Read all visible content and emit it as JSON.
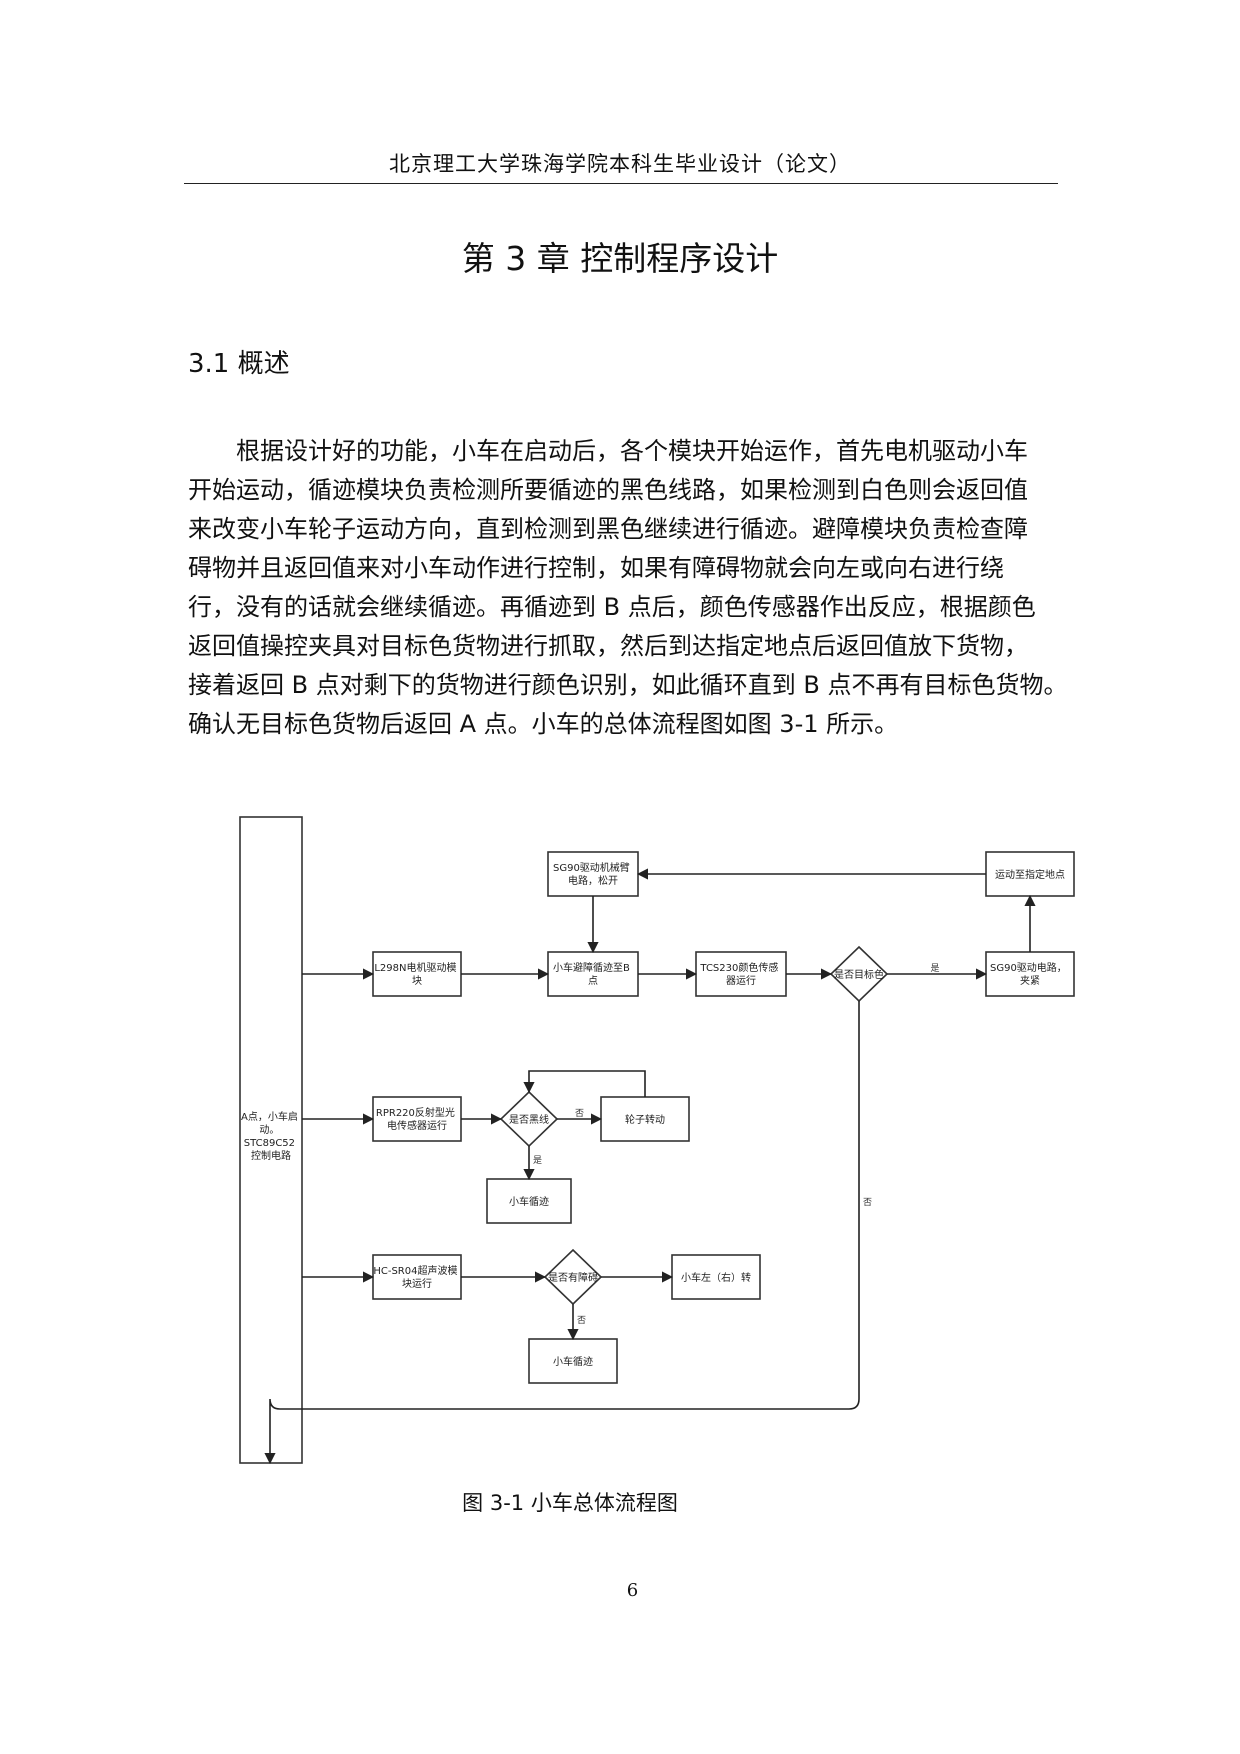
{
  "header": "北京理工大学珠海学院本科生毕业设计（论文）",
  "chapter_title": "第 3 章  控制程序设计",
  "section_title": "3.1 概述",
  "paragraph_lines": [
    "根据设计好的功能，小车在启动后，各个模块开始运作，首先电机驱动小车",
    "开始运动，循迹模块负责检测所要循迹的黑色线路，如果检测到白色则会返回值",
    "来改变小车轮子运动方向，直到检测到黑色继续进行循迹。避障模块负责检查障",
    "碍物并且返回值来对小车动作进行控制，如果有障碍物就会向左或向右进行绕",
    "行，没有的话就会继续循迹。再循迹到 B 点后，颜色传感器作出反应，根据颜色",
    "返回值操控夹具对目标色货物进行抓取，然后到达指定地点后返回值放下货物，",
    "接着返回 B 点对剩下的货物进行颜色识别，如此循环直到 B 点不再有目标色货物。",
    "确认无目标色货物后返回 A 点。小车的总体流程图如图 3-1 所示。"
  ],
  "flowchart": {
    "start_block": [
      "A点，小车启",
      "动。",
      "STC89C52",
      "控制电路"
    ],
    "sg90_release": [
      "SG90驱动机械臂",
      "电路，松开"
    ],
    "move_to_target": "运动至指定地点",
    "l298n": [
      "L298N电机驱动模",
      "块"
    ],
    "avoid_to_b": [
      "小车避障循迹至B",
      "点"
    ],
    "tcs230": [
      "TCS230颜色传感",
      "器运行"
    ],
    "is_target_color": "是否目标色",
    "sg90_clamp": [
      "SG90驱动电路，",
      "夹紧"
    ],
    "rpr220": [
      "RPR220反射型光",
      "电传感器运行"
    ],
    "is_black_line": "是否黑线",
    "wheel_turn": "轮子转动",
    "car_track_1": "小车循迹",
    "hcsr04": [
      "HC-SR04超声波模",
      "块运行"
    ],
    "has_obstacle": "是否有障碍",
    "car_turn": "小车左（右）转",
    "car_track_2": "小车循迹",
    "yes": "是",
    "no": "否"
  },
  "figure_caption": "图 3-1  小车总体流程图",
  "page_number": "6"
}
